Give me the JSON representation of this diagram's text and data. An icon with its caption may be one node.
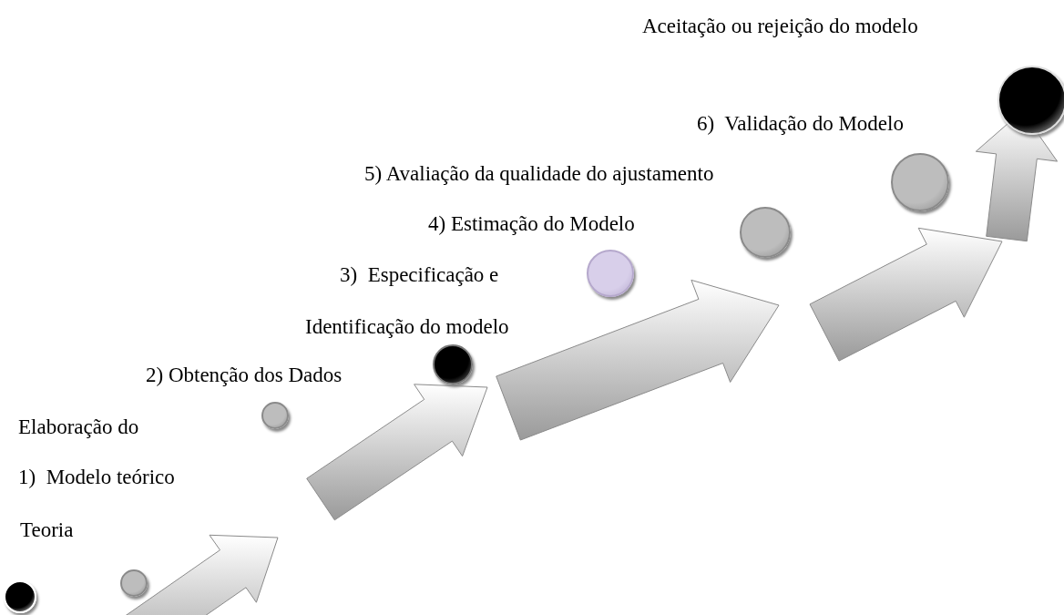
{
  "diagram": {
    "nodes": [
      {
        "text": [],
        "shape": "circle"
      },
      {
        "text": [],
        "shape": "circle"
      },
      {
        "text": [],
        "shape": "circle"
      },
      {
        "text": [],
        "shape": "circle"
      },
      {
        "text": [],
        "shape": "circle"
      },
      {
        "text": [],
        "shape": "circle"
      },
      {
        "text": [],
        "shape": "circle"
      },
      {
        "text": [],
        "shape": "circle"
      }
    ],
    "edges": [],
    "labels": [
      "Aceitação ou rejeição do modelo",
      "6)  Validação do Modelo",
      "5) Avaliação da qualidade do ajustamento",
      "4) Estimação do Modelo",
      "3)  Especificação e",
      "Identificação do modelo",
      "2) Obtenção dos Dados",
      "Elaboração do",
      "1)  Modelo teórico",
      "Teoria"
    ]
  }
}
